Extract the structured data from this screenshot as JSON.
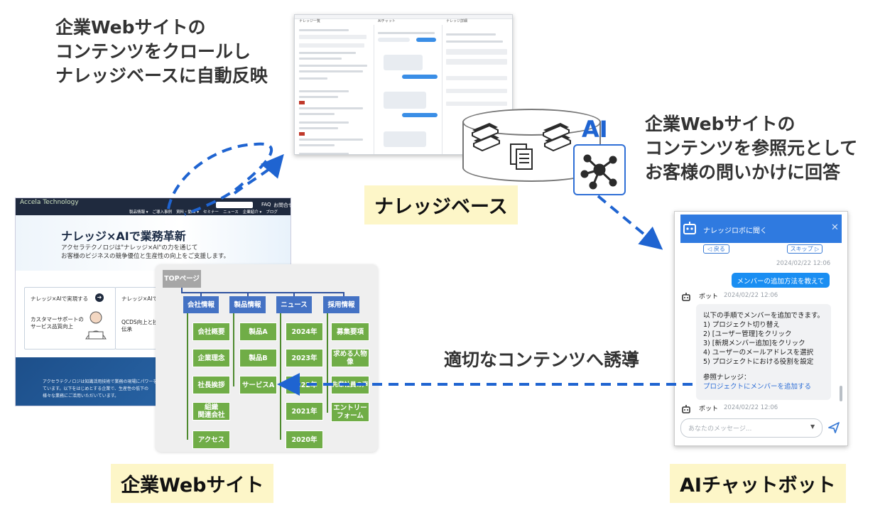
{
  "captions": {
    "crawl": "企業Webサイトの\nコンテンツをクロールし\nナレッジベースに自動反映",
    "answer": "企業Webサイトの\nコンテンツを参照元として\nお客様の問いかけに回答",
    "guide": "適切なコンテンツへ誘導"
  },
  "labels": {
    "knowledge_base": "ナレッジベース",
    "website": "企業Webサイト",
    "chatbot": "AIチャットボット",
    "ai": "AI"
  },
  "website": {
    "logo": "Accela Technology",
    "nav_faq": "FAQ",
    "nav_contact": "お問合せ",
    "menu": [
      "製品情報 ▾",
      "ご導入事例",
      "資料・動画 ▾",
      "セミナー",
      "ニュース",
      "企業紹介 ▾",
      "ブログ"
    ],
    "hero_title": "ナレッジ×AIで業務革新",
    "hero_sub": "アクセラテクノロジは\"ナレッジ×AI\"の力を通じて\nお客様のビジネスの競争優位と生産性の向上をご支援します。",
    "card1_head": "ナレッジ×AIで実現する",
    "card1_body": "カスタマーサポートの\nサービス品質向上",
    "card2_head": "ナレッジ×AIで",
    "card2_body": "QCDS向上と技\n伝承",
    "footer_text": "アクセラテクノロジは知識活用技術で業務の現場にパワーをも\nています。以下をはじめとする企業で、生産性の低下の\n様々な業務にご活用いただいています。"
  },
  "sitemap": {
    "top": "TOPページ",
    "sections": [
      {
        "name": "会社情報",
        "children": [
          "会社概要",
          "企業理念",
          "社長挨拶",
          "組織\n関連会社",
          "アクセス"
        ]
      },
      {
        "name": "製品情報",
        "children": [
          "製品A",
          "製品B",
          "サービスA"
        ]
      },
      {
        "name": "ニュース",
        "children": [
          "2024年",
          "2023年",
          "2022年",
          "2021年",
          "2020年"
        ]
      },
      {
        "name": "採用情報",
        "children": [
          "募集要項",
          "求める人物像",
          "先輩社員の声",
          "エントリー\nフォーム"
        ]
      }
    ]
  },
  "chatbot": {
    "header": "ナレッジロボに聞く",
    "back": "◁ 戻る",
    "skip": "スキップ ▷",
    "ts1": "2024/02/22 12:06",
    "user_msg": "メンバーの追加方法を教えて",
    "bot_name": "ボット",
    "ts2": "2024/02/22 12:06",
    "answer_lines": [
      "以下の手順でメンバーを追加できます。",
      "1) プロジェクト切り替え",
      "2) [ユーザー管理]をクリック",
      "3) [新規メンバー追加]をクリック",
      "4) ユーザーのメールアドレスを選択",
      "5) プロジェクトにおける役割を設定"
    ],
    "ref_label": "参照ナレッジ：",
    "ref_link": "プロジェクトにメンバーを追加する",
    "bot_name2": "ボット",
    "ts3": "2024/02/22 12:06",
    "placeholder": "あなたのメッセージ..."
  },
  "knowledge_base_ui": {
    "pane1_title": "ナレッジ一覧",
    "pane2_title": "AIチャット",
    "pane3_title": "ナレッジ詳細"
  },
  "colors": {
    "arrow": "#1f64d1",
    "label_bg": "#fdf6c8",
    "node_blue": "#4472c4",
    "node_green": "#70ad47",
    "chat_header": "#2f7ae0"
  }
}
